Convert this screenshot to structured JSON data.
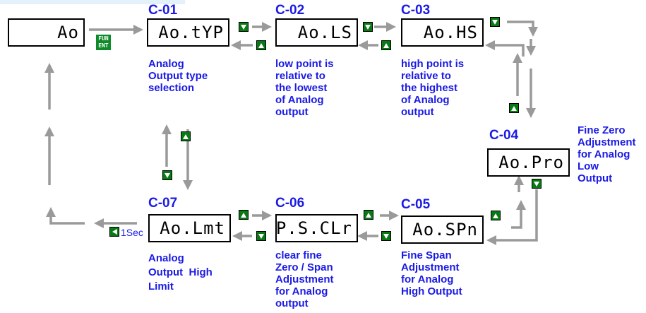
{
  "screens": [
    {
      "id": "ao",
      "display": "Ao",
      "code": "",
      "description": ""
    },
    {
      "id": "c01",
      "display": "Ao.tYP",
      "code": "C-01",
      "description": "Analog\nOutput type\nselection"
    },
    {
      "id": "c02",
      "display": "Ao.LS",
      "code": "C-02",
      "description": "low point is\nrelative to\nthe lowest\nof Analog\noutput"
    },
    {
      "id": "c03",
      "display": "Ao.HS",
      "code": "C-03",
      "description": "high point is\nrelative to\nthe highest\nof Analog\noutput"
    },
    {
      "id": "c04",
      "display": "Ao.Pro",
      "code": "C-04",
      "description": "Fine Zero\nAdjustment\nfor Analog\nLow\nOutput"
    },
    {
      "id": "c05",
      "display": "Ao.SPn",
      "code": "C-05",
      "description": "Fine Span\nAdjustment\nfor Analog\nHigh Output"
    },
    {
      "id": "c06",
      "display": "P.S.CLr",
      "code": "C-06",
      "description": "clear fine\nZero / Span\nAdjustment\nfor Analog\noutput"
    },
    {
      "id": "c07",
      "display": "Ao.Lmt",
      "code": "C-07",
      "description": "Analog\nOutput  High\nLimit"
    }
  ],
  "keys": {
    "fun_ent": [
      "FUN",
      "ENT"
    ],
    "hold_label": "1Sec"
  },
  "colors": {
    "text_blue": "#1a1ae6",
    "button_green": "#087a14",
    "arrow_gray": "#9a9a9a"
  },
  "icons": {
    "up": "triangle-up-icon",
    "down": "triangle-down-icon",
    "left": "triangle-left-icon",
    "right": "triangle-right-icon"
  }
}
